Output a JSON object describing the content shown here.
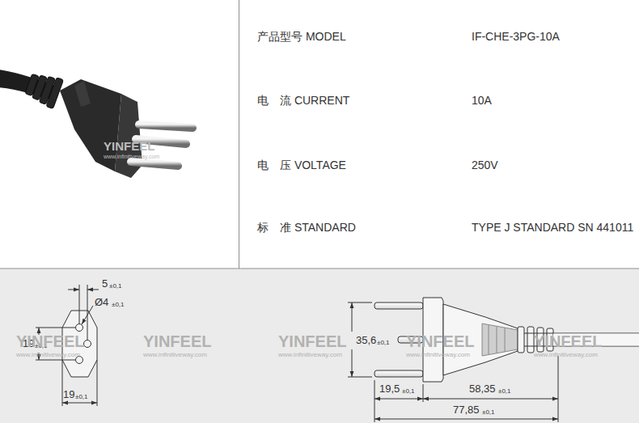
{
  "diagram": {
    "labels": [
      "产品型号 MODEL",
      "IF-CHE-3PG-10A",
      "电　流 CURRENT",
      "10A",
      "电　压 VOLTAGE",
      "250V",
      "标　准 STANDARD",
      "TYPE J STANDARD SN 441011",
      "YINFEEL",
      "www.infinitiveway.com",
      "5",
      "±0,1",
      "Ø4",
      "±0,1",
      "19",
      "±0,1",
      "19",
      "±0,1",
      "35,6",
      "±0,1",
      "19,5",
      "±0,1",
      "58,35",
      "±0,1",
      "77,85",
      "±0,1",
      "YINFEEL",
      "www.infinitiveway.com",
      "YINFEEL",
      "www.infinitiveway.com",
      "YINFEEL",
      "www.infinitiveway.com",
      "YINFEEL",
      "www.infinitiveway.com",
      "YINFEEL",
      "www.infinitiveway.com"
    ]
  }
}
